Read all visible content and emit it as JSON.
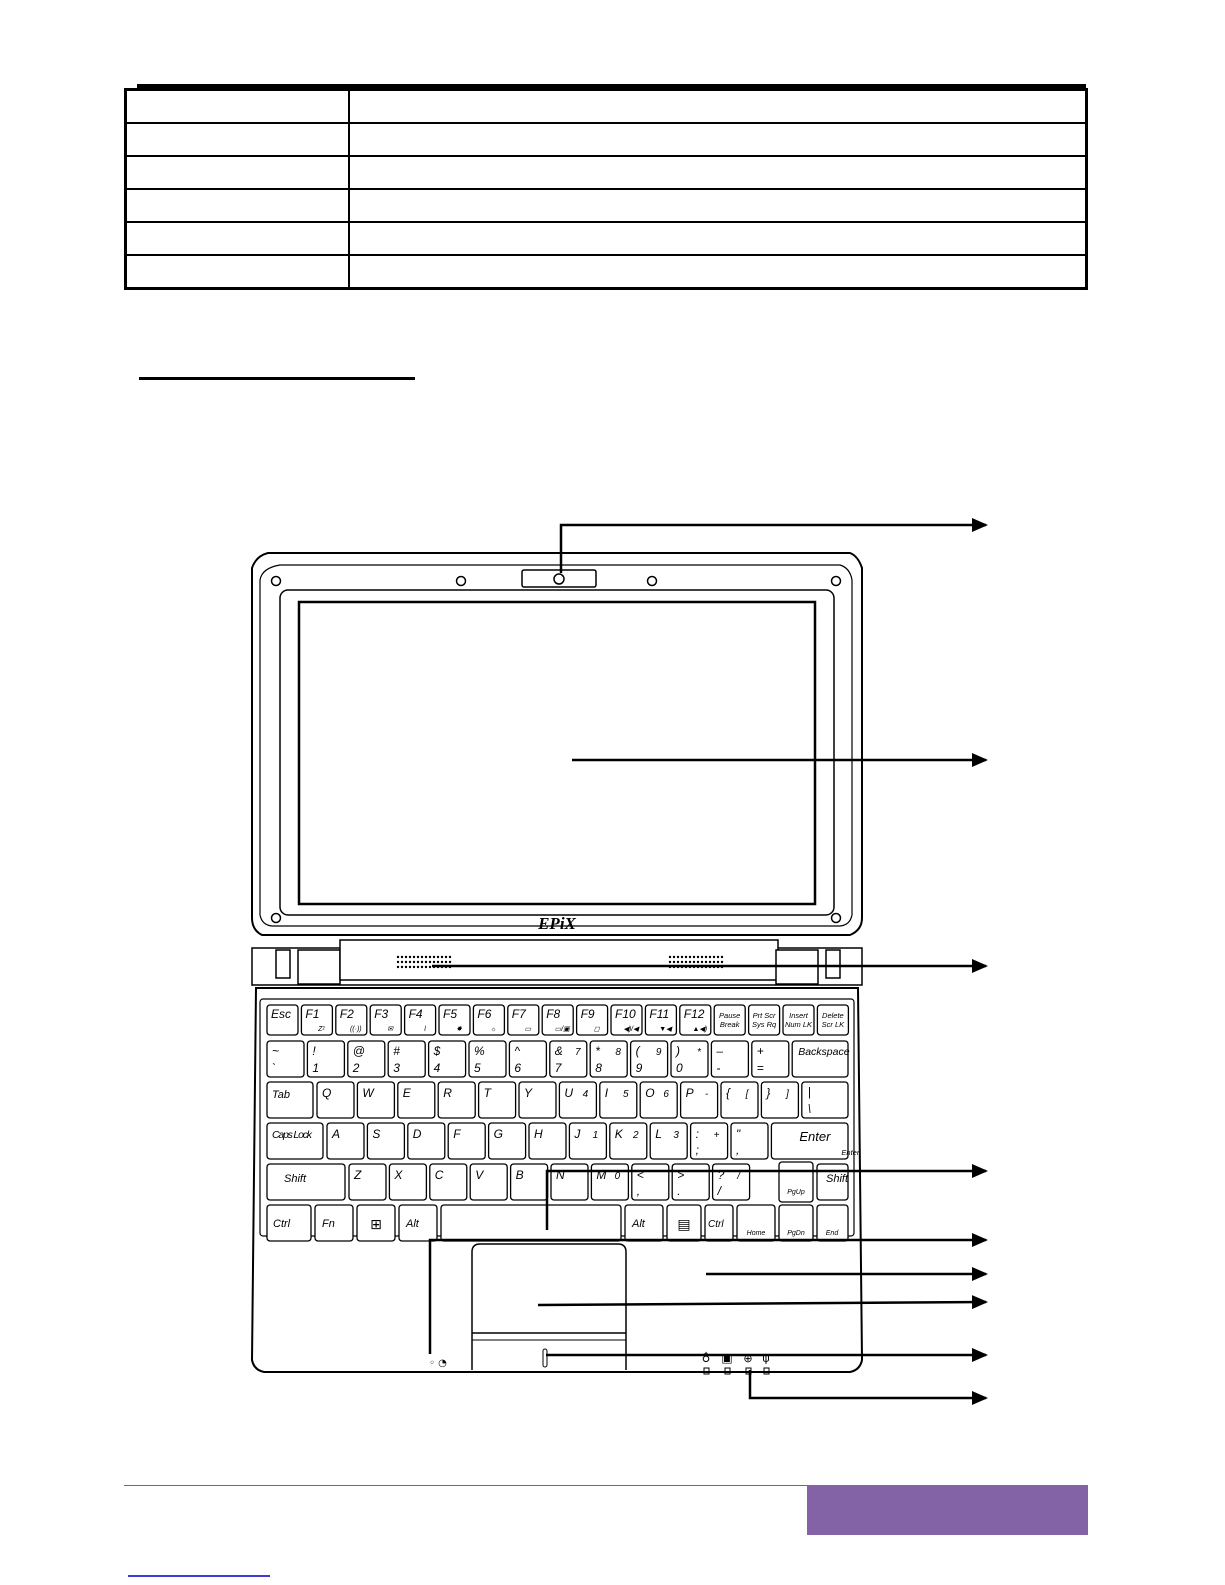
{
  "spec_table": {
    "rows": [
      {
        "label": "",
        "value": ""
      },
      {
        "label": "",
        "value": ""
      },
      {
        "label": "",
        "value": ""
      },
      {
        "label": "",
        "value": ""
      },
      {
        "label": "",
        "value": ""
      },
      {
        "label": "",
        "value": ""
      }
    ]
  },
  "laptop": {
    "brand_logo": "EPiX",
    "function_row": [
      {
        "main": "Esc",
        "sub": ""
      },
      {
        "main": "F1",
        "sub": "Zᶻ"
      },
      {
        "main": "F2",
        "sub": "((·))"
      },
      {
        "main": "F3",
        "sub": "✉"
      },
      {
        "main": "F4",
        "sub": "⌇"
      },
      {
        "main": "F5",
        "sub": "✸"
      },
      {
        "main": "F6",
        "sub": "☼"
      },
      {
        "main": "F7",
        "sub": "▭"
      },
      {
        "main": "F8",
        "sub": "▭/▣"
      },
      {
        "main": "F9",
        "sub": "◻"
      },
      {
        "main": "F10",
        "sub": "◀)/◀"
      },
      {
        "main": "F11",
        "sub": "▼◀"
      },
      {
        "main": "F12",
        "sub": "▲◀)"
      },
      {
        "main": "Pause",
        "sub": "Break"
      },
      {
        "main": "Prt Scr",
        "sub": "Sys Rq"
      },
      {
        "main": "Insert",
        "sub": "Num LK"
      },
      {
        "main": "Delete",
        "sub": "Scr LK"
      }
    ],
    "number_row": [
      {
        "top": "~",
        "bottom": "`",
        "alt": ""
      },
      {
        "top": "!",
        "bottom": "1",
        "alt": ""
      },
      {
        "top": "@",
        "bottom": "2",
        "alt": ""
      },
      {
        "top": "#",
        "bottom": "3",
        "alt": ""
      },
      {
        "top": "$",
        "bottom": "4",
        "alt": ""
      },
      {
        "top": "%",
        "bottom": "5",
        "alt": ""
      },
      {
        "top": "^",
        "bottom": "6",
        "alt": ""
      },
      {
        "top": "&",
        "bottom": "7",
        "alt": "7"
      },
      {
        "top": "*",
        "bottom": "8",
        "alt": "8"
      },
      {
        "top": "(",
        "bottom": "9",
        "alt": "9"
      },
      {
        "top": ")",
        "bottom": "0",
        "alt": "*"
      },
      {
        "top": "–",
        "bottom": "-",
        "alt": ""
      },
      {
        "top": "+",
        "bottom": "=",
        "alt": ""
      }
    ],
    "backspace": "Backspace",
    "tab": "Tab",
    "qwerty_row": [
      {
        "main": "Q",
        "alt": ""
      },
      {
        "main": "W",
        "alt": ""
      },
      {
        "main": "E",
        "alt": ""
      },
      {
        "main": "R",
        "alt": ""
      },
      {
        "main": "T",
        "alt": ""
      },
      {
        "main": "Y",
        "alt": ""
      },
      {
        "main": "U",
        "alt": "4"
      },
      {
        "main": "I",
        "alt": "5"
      },
      {
        "main": "O",
        "alt": "6"
      },
      {
        "main": "P",
        "alt": "-"
      },
      {
        "main": "{",
        "alt": "["
      },
      {
        "main": "}",
        "alt": "]"
      }
    ],
    "backslash": {
      "top": "|",
      "bottom": "\\"
    },
    "caps_lock": "Caps Lock",
    "home_row": [
      {
        "main": "A",
        "alt": ""
      },
      {
        "main": "S",
        "alt": ""
      },
      {
        "main": "D",
        "alt": ""
      },
      {
        "main": "F",
        "alt": ""
      },
      {
        "main": "G",
        "alt": ""
      },
      {
        "main": "H",
        "alt": ""
      },
      {
        "main": "J",
        "alt": "1"
      },
      {
        "main": "K",
        "alt": "2"
      },
      {
        "main": "L",
        "alt": "3"
      },
      {
        "main": ":",
        "alt": "+"
      },
      {
        "main": "\"",
        "alt": ""
      }
    ],
    "home_row_bottom": [
      "",
      "",
      "",
      "",
      "",
      "",
      "",
      "",
      "",
      ";",
      ","
    ],
    "enter": "Enter",
    "enter_small": "Enter",
    "shift": "Shift",
    "bottom_letter_row": [
      {
        "main": "Z",
        "alt": ""
      },
      {
        "main": "X",
        "alt": ""
      },
      {
        "main": "C",
        "alt": ""
      },
      {
        "main": "V",
        "alt": ""
      },
      {
        "main": "B",
        "alt": ""
      },
      {
        "main": "N",
        "alt": ""
      },
      {
        "main": "M",
        "alt": "0"
      },
      {
        "main": "<",
        "alt": ""
      },
      {
        "main": ">",
        "alt": ""
      },
      {
        "main": "?",
        "alt": "/"
      }
    ],
    "bottom_letter_row_bottom": [
      "",
      "",
      "",
      "",
      "",
      "",
      "",
      ",",
      ".",
      "/"
    ],
    "pgup": "PgUp",
    "ctrl": "Ctrl",
    "fn": "Fn",
    "alt": "Alt",
    "home": "Home",
    "pgdn": "PgDn",
    "end": "End"
  }
}
